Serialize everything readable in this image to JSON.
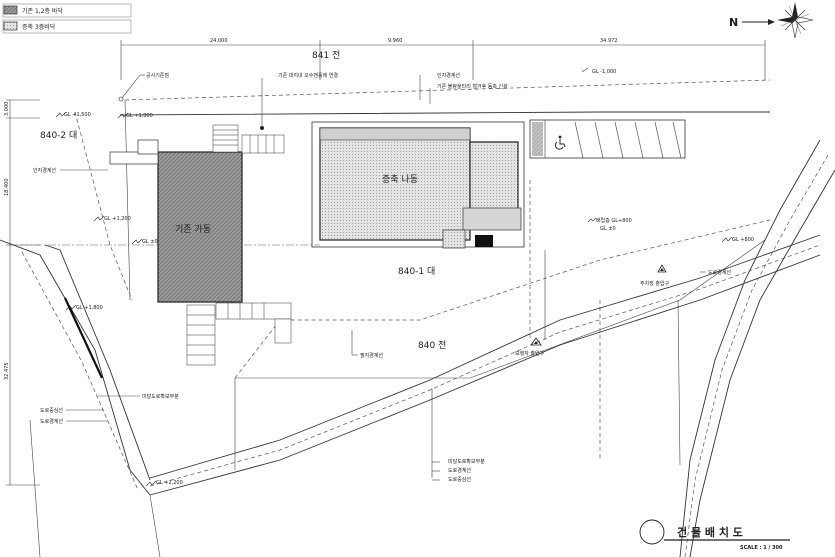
{
  "legend": {
    "items": [
      {
        "label": "기존 1,2층 바닥",
        "swatch": "#b8b8b8"
      },
      {
        "label": "증축 3층바닥",
        "swatch": "#dcdcdc"
      }
    ]
  },
  "north_label": "N",
  "dimensions": {
    "top": [
      "24.000",
      "9.960",
      "34.972"
    ],
    "left": [
      "3.000",
      "18.400",
      "32.475"
    ]
  },
  "lots": {
    "lot_841": "841 전",
    "lot_840_2": "840-2 대",
    "lot_840_1": "840-1 대",
    "lot_840": "840 전"
  },
  "buildings": {
    "existing": "기존 가동",
    "addition": "증축 나동"
  },
  "ground_levels": {
    "gl_top_right": "GL -1,000",
    "gl_left_1": "GL +1,500",
    "gl_left_2": "GL +1,000",
    "gl_left_3": "GL +1,200",
    "gl_left_4": "GL ±0",
    "gl_left_5": "GL +1,800",
    "gl_right": "GL +800",
    "gl_bottom": "GL +2,200"
  },
  "annotations": {
    "construction_plan": "공사기준점",
    "existing_drain": "기존 대지내 오수맨홀에 연결",
    "boundary_top": "인지경계선",
    "existing_fence": "기존 불량울타리 철거후 동측 신설",
    "boundary_left": "인지경계선",
    "addition_gl": "배립층 GL+800",
    "gl_zero": "GL ±0",
    "road_boundary_right": "도로경계선",
    "parking_entrance": "주차장 출입구",
    "pedestrian_entrance": "보행자 출입구",
    "site_boundary": "필지경계선",
    "road_secured_left": "미달도로확보부분",
    "road_center_left": "도로중심선",
    "road_boundary_left": "도로경계선",
    "road_secured_bottom": "미달도로확보부분",
    "road_boundary_bottom": "도로경계선",
    "road_center_bottom": "도로중심선"
  },
  "title_block": {
    "title": "건 물 배 치 도",
    "scale": "SCALE : 1 / 300"
  }
}
